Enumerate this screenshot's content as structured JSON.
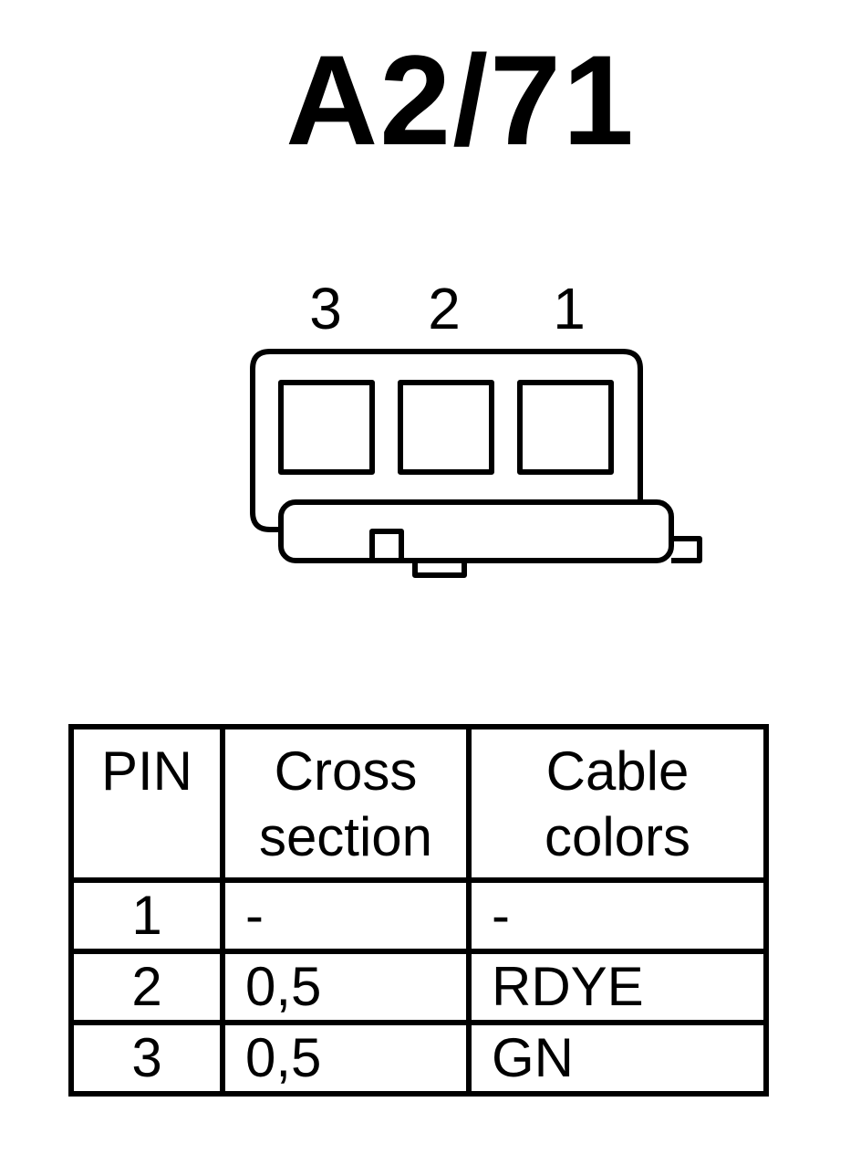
{
  "title": "A2/71",
  "connector": {
    "pin_numbers": [
      "3",
      "2",
      "1"
    ]
  },
  "table": {
    "headers": {
      "pin": "PIN",
      "cross_section_line1": "Cross",
      "cross_section_line2": "section",
      "cable_colors_line1": "Cable",
      "cable_colors_line2": "colors"
    },
    "rows": [
      {
        "pin": "1",
        "cross_section": "-",
        "cable_color": "-"
      },
      {
        "pin": "2",
        "cross_section": "0,5",
        "cable_color": "RDYE"
      },
      {
        "pin": "3",
        "cross_section": "0,5",
        "cable_color": "GN"
      }
    ]
  }
}
